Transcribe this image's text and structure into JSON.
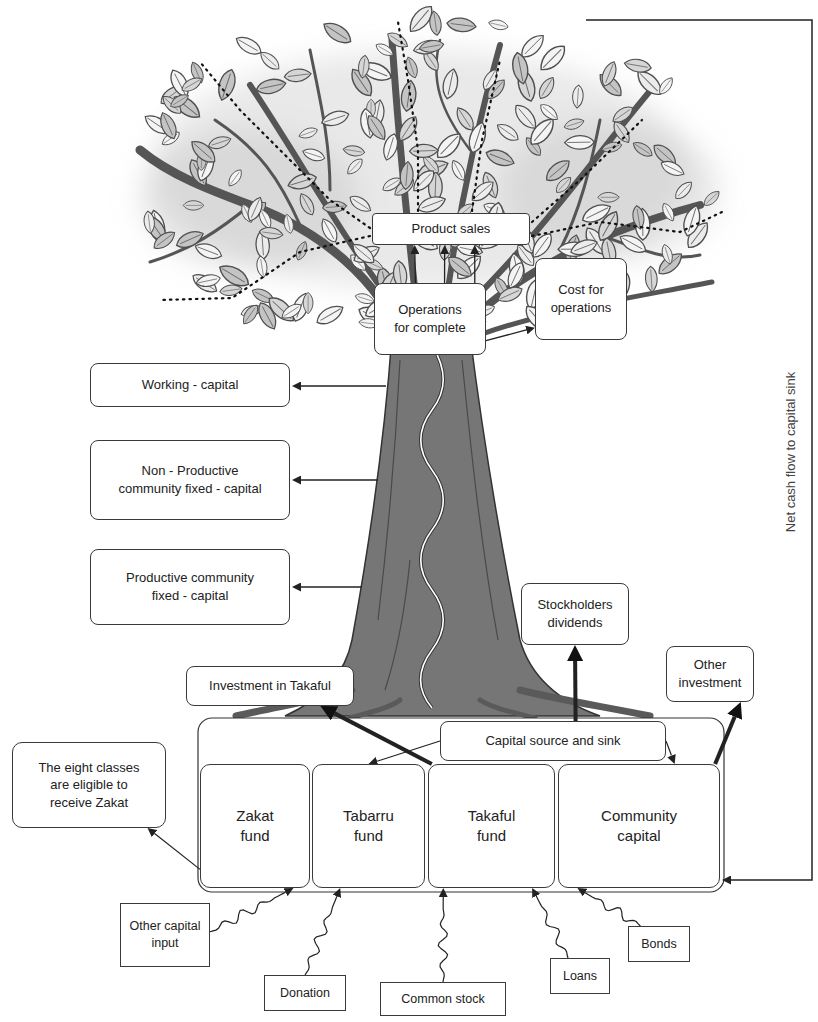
{
  "diagram": {
    "nodes": [
      {
        "text": [
          "Product sales"
        ]
      },
      {
        "text": [
          "Operations for complete"
        ]
      },
      {
        "text": [
          "Cost for operations"
        ]
      },
      {
        "text": [
          "Working - capital"
        ]
      },
      {
        "text": [
          "Non - Productive community fixed - capital"
        ]
      },
      {
        "text": [
          "Productive community fixed - capital"
        ]
      },
      {
        "text": [
          "Stockholders dividends"
        ]
      },
      {
        "text": [
          "Other investment"
        ]
      },
      {
        "text": [
          "Investment in Takaful"
        ]
      },
      {
        "text": [
          "Capital source and sink"
        ]
      },
      {
        "text": [
          "Zakat fund"
        ]
      },
      {
        "text": [
          "Tabarru fund"
        ]
      },
      {
        "text": [
          "Takaful fund"
        ]
      },
      {
        "text": [
          "Community capital"
        ]
      },
      {
        "text": [
          "The eight classes are eligible to receive Zakat"
        ]
      },
      {
        "text": [
          "Other capital input"
        ]
      },
      {
        "text": [
          "Donation"
        ]
      },
      {
        "text": [
          "Common stock"
        ]
      },
      {
        "text": [
          "Loans"
        ]
      },
      {
        "text": [
          "Bonds"
        ]
      }
    ],
    "edges": [
      {
        "from": 1,
        "to": 0,
        "arrow": "to"
      },
      {
        "from": 1,
        "to": 0,
        "arrow": "to"
      },
      {
        "from": 1,
        "to": 0,
        "arrow": "to"
      },
      {
        "from": 1,
        "to": 2,
        "arrow": "to"
      },
      {
        "from": 9,
        "to": 6,
        "arrow": "to"
      },
      {
        "from": 12,
        "to": 8,
        "arrow": "to"
      },
      {
        "from": 9,
        "to": 11,
        "arrow": "to"
      },
      {
        "from": 9,
        "to": 13,
        "arrow": "to"
      },
      {
        "from": 13,
        "to": 7,
        "arrow": "to"
      },
      {
        "from": 10,
        "to": 14,
        "arrow": "to"
      },
      {
        "from": 15,
        "to": 10,
        "arrow": "to"
      },
      {
        "from": 16,
        "to": 11,
        "arrow": "to"
      },
      {
        "from": 17,
        "to": 12,
        "arrow": "to"
      },
      {
        "from": 18,
        "to": 12,
        "arrow": "to"
      },
      {
        "from": 19,
        "to": 13,
        "arrow": "to"
      }
    ],
    "labels": [
      "Net cash flow to capital sink"
    ]
  }
}
